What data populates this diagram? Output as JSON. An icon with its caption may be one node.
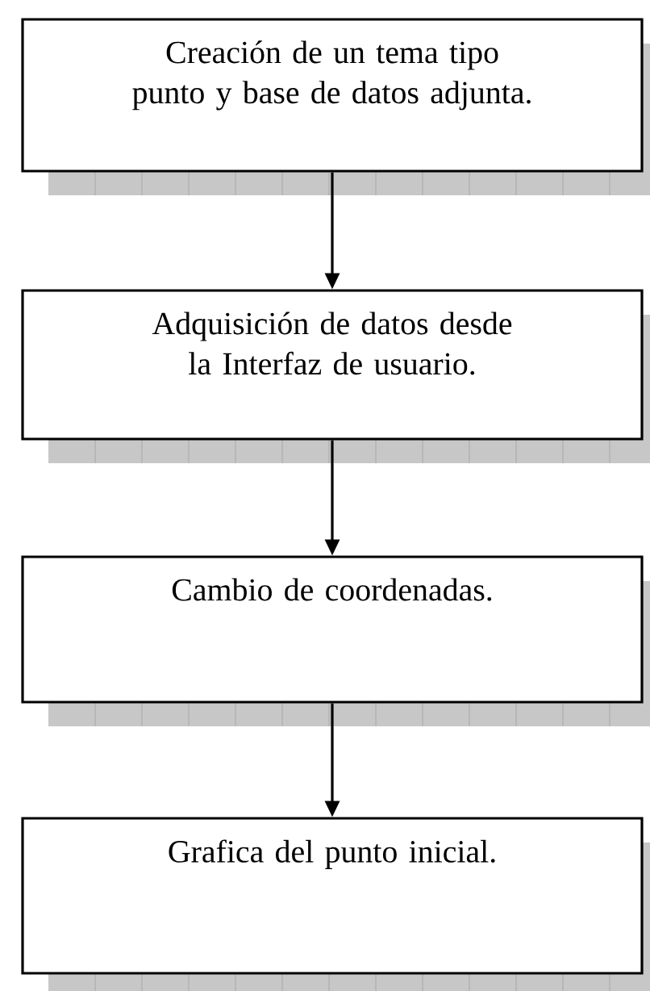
{
  "diagram": {
    "nodes": [
      {
        "text": [
          "Creación de un tema tipo punto y base de datos adjunta."
        ]
      },
      {
        "text": [
          "Adquisición de datos desde la Interfaz de usuario."
        ]
      },
      {
        "text": [
          "Cambio de coordenadas."
        ]
      },
      {
        "text": [
          "Grafica del punto inicial."
        ]
      }
    ],
    "edges": [
      {
        "from": 0,
        "to": 1,
        "arrow": "to"
      },
      {
        "from": 1,
        "to": 2,
        "arrow": "to"
      },
      {
        "from": 2,
        "to": 3,
        "arrow": "to"
      }
    ]
  }
}
